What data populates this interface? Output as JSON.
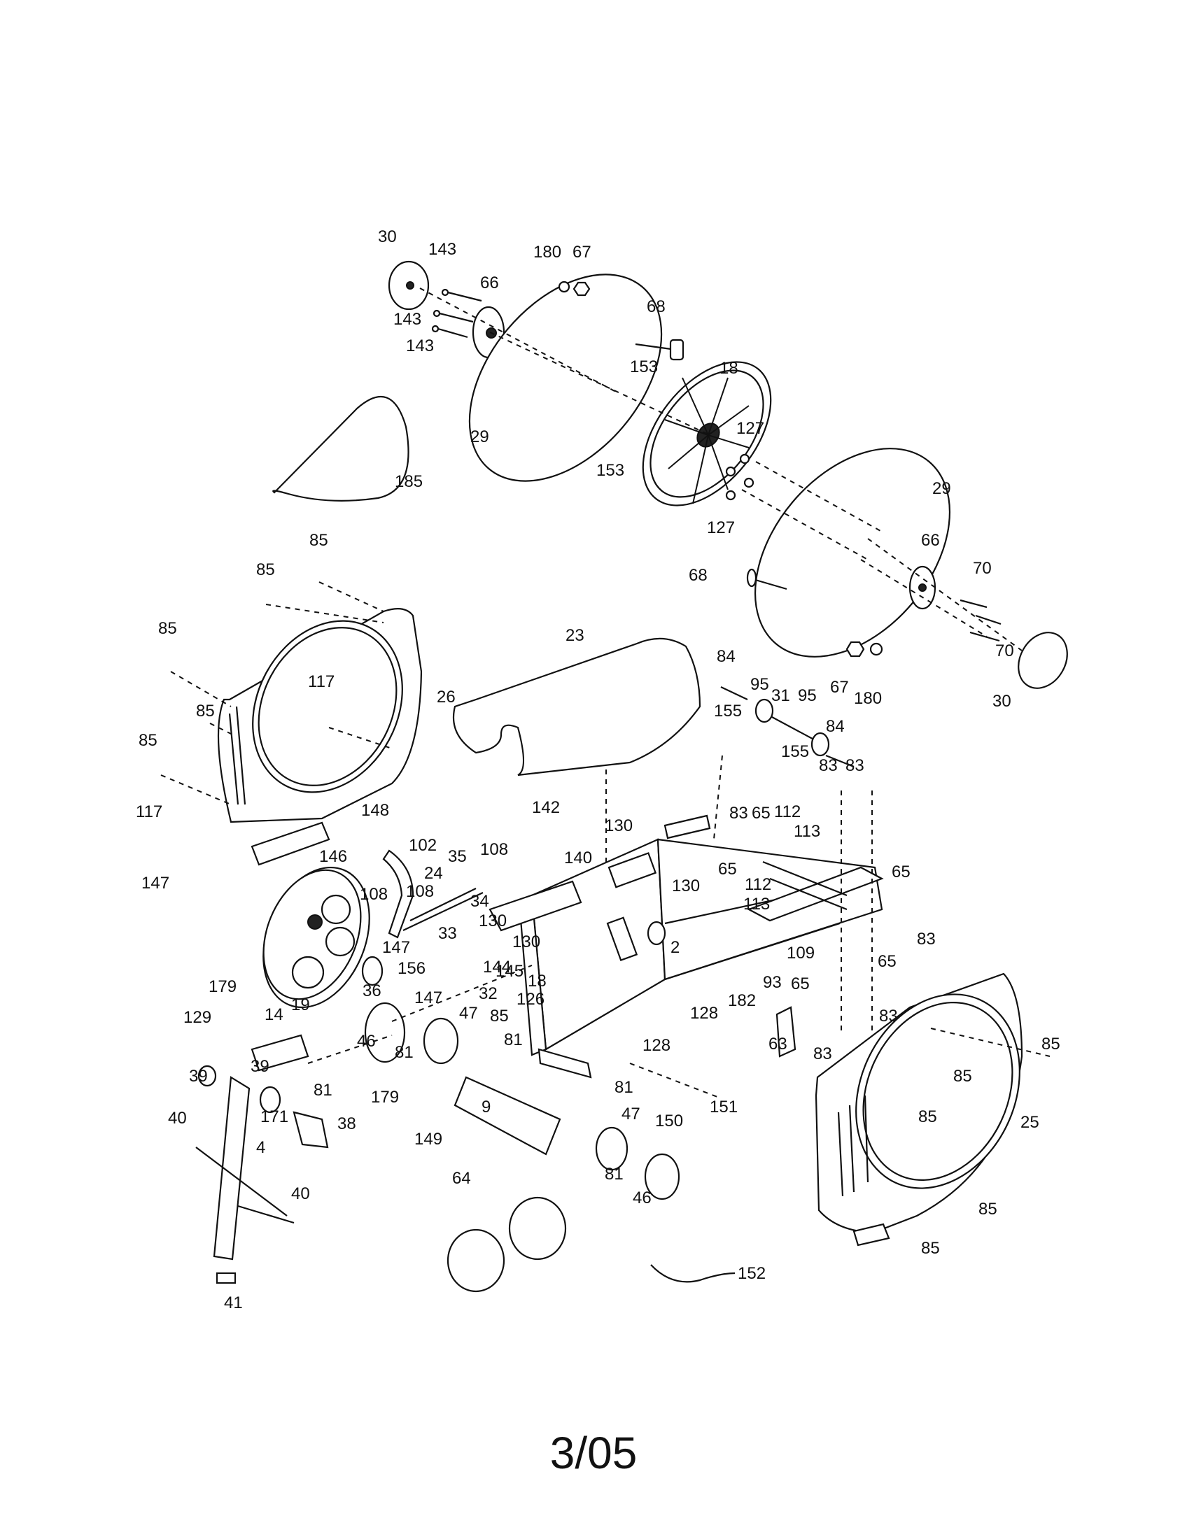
{
  "diagram": {
    "page_number": "3/05",
    "callouts": [
      {
        "id": "c1",
        "text": "30"
      },
      {
        "id": "c2",
        "text": "143"
      },
      {
        "id": "c3",
        "text": "180"
      },
      {
        "id": "c4",
        "text": "67"
      },
      {
        "id": "c5",
        "text": "66"
      },
      {
        "id": "c6",
        "text": "143"
      },
      {
        "id": "c7",
        "text": "143"
      },
      {
        "id": "c8",
        "text": "68"
      },
      {
        "id": "c9",
        "text": "153"
      },
      {
        "id": "c10",
        "text": "18"
      },
      {
        "id": "c11",
        "text": "29"
      },
      {
        "id": "c12",
        "text": "127"
      },
      {
        "id": "c13",
        "text": "185"
      },
      {
        "id": "c14",
        "text": "153"
      },
      {
        "id": "c15",
        "text": "127"
      },
      {
        "id": "c16",
        "text": "29"
      },
      {
        "id": "c17",
        "text": "66"
      },
      {
        "id": "c18",
        "text": "70"
      },
      {
        "id": "c19",
        "text": "68"
      },
      {
        "id": "c20",
        "text": "85"
      },
      {
        "id": "c21",
        "text": "85"
      },
      {
        "id": "c22",
        "text": "85"
      },
      {
        "id": "c23",
        "text": "23"
      },
      {
        "id": "c24",
        "text": "84"
      },
      {
        "id": "c25",
        "text": "95"
      },
      {
        "id": "c26",
        "text": "70"
      },
      {
        "id": "c27",
        "text": "67"
      },
      {
        "id": "c28",
        "text": "180"
      },
      {
        "id": "c29",
        "text": "30"
      },
      {
        "id": "c30",
        "text": "117"
      },
      {
        "id": "c31",
        "text": "26"
      },
      {
        "id": "c32",
        "text": "85"
      },
      {
        "id": "c33",
        "text": "155"
      },
      {
        "id": "c34",
        "text": "31"
      },
      {
        "id": "c35",
        "text": "95"
      },
      {
        "id": "c36",
        "text": "84"
      },
      {
        "id": "c37",
        "text": "155"
      },
      {
        "id": "c38",
        "text": "85"
      },
      {
        "id": "c39",
        "text": "83"
      },
      {
        "id": "c40",
        "text": "83"
      },
      {
        "id": "c41",
        "text": "117"
      },
      {
        "id": "c42",
        "text": "148"
      },
      {
        "id": "c43",
        "text": "142"
      },
      {
        "id": "c44",
        "text": "130"
      },
      {
        "id": "c45",
        "text": "83"
      },
      {
        "id": "c46",
        "text": "65"
      },
      {
        "id": "c47",
        "text": "112"
      },
      {
        "id": "c48",
        "text": "113"
      },
      {
        "id": "c49",
        "text": "102"
      },
      {
        "id": "c50",
        "text": "146"
      },
      {
        "id": "c51",
        "text": "35"
      },
      {
        "id": "c52",
        "text": "24"
      },
      {
        "id": "c53",
        "text": "108"
      },
      {
        "id": "c54",
        "text": "140"
      },
      {
        "id": "c55",
        "text": "65"
      },
      {
        "id": "c56",
        "text": "112"
      },
      {
        "id": "c57",
        "text": "65"
      },
      {
        "id": "c58",
        "text": "147"
      },
      {
        "id": "c59",
        "text": "108"
      },
      {
        "id": "c60",
        "text": "108"
      },
      {
        "id": "c61",
        "text": "34"
      },
      {
        "id": "c62",
        "text": "130"
      },
      {
        "id": "c63",
        "text": "113"
      },
      {
        "id": "c64",
        "text": "130"
      },
      {
        "id": "c65",
        "text": "33"
      },
      {
        "id": "c66",
        "text": "2"
      },
      {
        "id": "c67",
        "text": "83"
      },
      {
        "id": "c68",
        "text": "147"
      },
      {
        "id": "c69",
        "text": "130"
      },
      {
        "id": "c70",
        "text": "109"
      },
      {
        "id": "c71",
        "text": "65"
      },
      {
        "id": "c72",
        "text": "156"
      },
      {
        "id": "c73",
        "text": "144"
      },
      {
        "id": "c74",
        "text": "145"
      },
      {
        "id": "c75",
        "text": "18"
      },
      {
        "id": "c76",
        "text": "93"
      },
      {
        "id": "c77",
        "text": "65"
      },
      {
        "id": "c78",
        "text": "36"
      },
      {
        "id": "c79",
        "text": "147"
      },
      {
        "id": "c80",
        "text": "32"
      },
      {
        "id": "c81",
        "text": "126"
      },
      {
        "id": "c82",
        "text": "182"
      },
      {
        "id": "c83",
        "text": "179"
      },
      {
        "id": "c84",
        "text": "19"
      },
      {
        "id": "c85",
        "text": "85"
      },
      {
        "id": "c86",
        "text": "47"
      },
      {
        "id": "c87",
        "text": "128"
      },
      {
        "id": "c88",
        "text": "83"
      },
      {
        "id": "c89",
        "text": "129"
      },
      {
        "id": "c90",
        "text": "14"
      },
      {
        "id": "c91",
        "text": "46"
      },
      {
        "id": "c92",
        "text": "81"
      },
      {
        "id": "c93",
        "text": "81"
      },
      {
        "id": "c94",
        "text": "63"
      },
      {
        "id": "c95",
        "text": "85"
      },
      {
        "id": "c96",
        "text": "128"
      },
      {
        "id": "c97",
        "text": "83"
      },
      {
        "id": "c98",
        "text": "39"
      },
      {
        "id": "c99",
        "text": "39"
      },
      {
        "id": "c100",
        "text": "85"
      },
      {
        "id": "c101",
        "text": "81"
      },
      {
        "id": "c102",
        "text": "179"
      },
      {
        "id": "c103",
        "text": "81"
      },
      {
        "id": "c104",
        "text": "9"
      },
      {
        "id": "c105",
        "text": "151"
      },
      {
        "id": "c106",
        "text": "40"
      },
      {
        "id": "c107",
        "text": "171"
      },
      {
        "id": "c108",
        "text": "38"
      },
      {
        "id": "c109",
        "text": "47"
      },
      {
        "id": "c110",
        "text": "150"
      },
      {
        "id": "c111",
        "text": "85"
      },
      {
        "id": "c112",
        "text": "25"
      },
      {
        "id": "c113",
        "text": "4"
      },
      {
        "id": "c114",
        "text": "149"
      },
      {
        "id": "c115",
        "text": "81"
      },
      {
        "id": "c116",
        "text": "46"
      },
      {
        "id": "c117",
        "text": "40"
      },
      {
        "id": "c118",
        "text": "64"
      },
      {
        "id": "c119",
        "text": "85"
      },
      {
        "id": "c120",
        "text": "85"
      },
      {
        "id": "c121",
        "text": "152"
      },
      {
        "id": "c122",
        "text": "41"
      }
    ]
  }
}
